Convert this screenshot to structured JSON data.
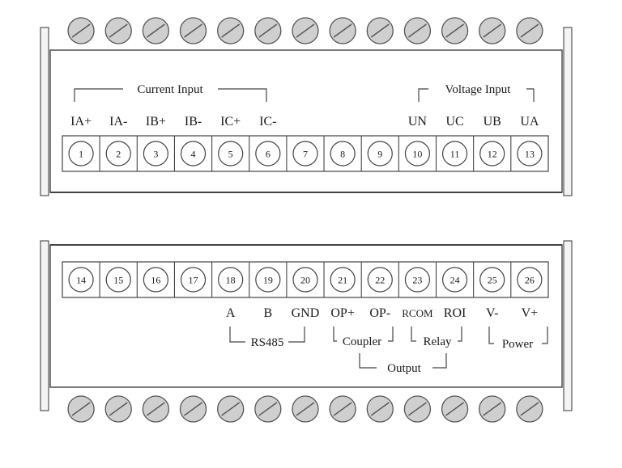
{
  "top_block": {
    "terminals": [
      "1",
      "2",
      "3",
      "4",
      "5",
      "6",
      "7",
      "8",
      "9",
      "10",
      "11",
      "12",
      "13"
    ],
    "labels": [
      "IA+",
      "IA-",
      "IB+",
      "IB-",
      "IC+",
      "IC-",
      "",
      "",
      "",
      "UN",
      "UC",
      "UB",
      "UA"
    ],
    "groups": {
      "current_input": "Current Input",
      "voltage_input": "Voltage Input"
    }
  },
  "bottom_block": {
    "terminals": [
      "14",
      "15",
      "16",
      "17",
      "18",
      "19",
      "20",
      "21",
      "22",
      "23",
      "24",
      "25",
      "26"
    ],
    "labels": [
      "",
      "",
      "",
      "",
      "A",
      "B",
      "GND",
      "OP+",
      "OP-",
      "RCOM",
      "ROI",
      "V-",
      "V+"
    ],
    "groups": {
      "rs485": "RS485",
      "coupler": "Coupler",
      "relay": "Relay",
      "power": "Power",
      "output": "Output"
    }
  },
  "colors": {
    "line": "#444444",
    "screw_fill": "#cfcfcf",
    "screw_stroke": "#555555",
    "rail": "#555555"
  }
}
